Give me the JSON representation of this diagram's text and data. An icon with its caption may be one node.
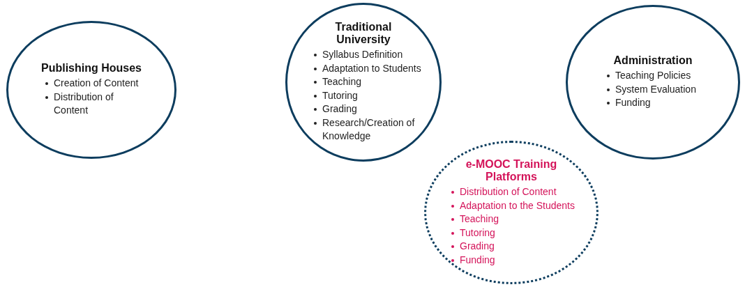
{
  "diagram": {
    "nodes": [
      {
        "text": [
          "Publishing Houses",
          "Creation of Content",
          "Distribution of Content"
        ]
      },
      {
        "text": [
          "Traditional University",
          "Syllabus Definition",
          "Adaptation to Students",
          "Teaching",
          "Tutoring",
          "Grading",
          "Research/Creation of Knowledge"
        ]
      },
      {
        "text": [
          "Administration",
          "Teaching Policies",
          "System Evaluation",
          "Funding"
        ]
      },
      {
        "text": [
          "e-MOOC Training Platforms",
          "Distribution of Content",
          "Adaptation to the Students",
          "Teaching",
          "Tutoring",
          "Grading",
          "Funding"
        ]
      }
    ]
  }
}
